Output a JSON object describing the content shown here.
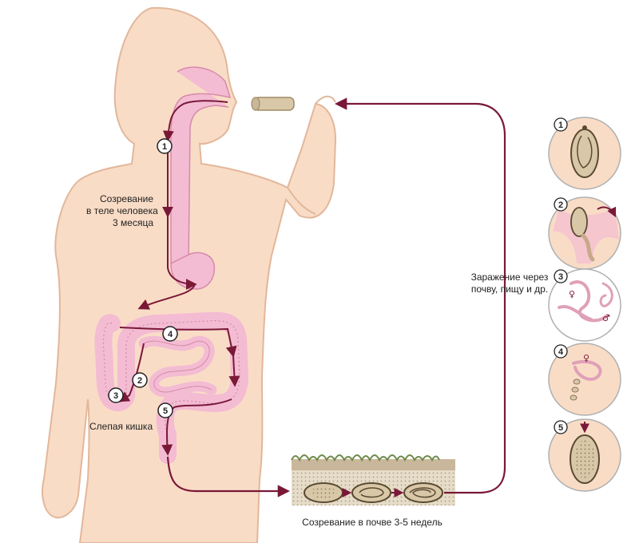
{
  "labels": {
    "maturation_human_1": "Созревание",
    "maturation_human_2": "в теле человека",
    "maturation_human_3": "3 месяца",
    "cecum": "Слепая кишка",
    "infection_1": "Заражение через",
    "infection_2": "почву, пищу и др.",
    "maturation_soil": "Созревание в почве 3-5 недель"
  },
  "step_numbers": [
    "1",
    "2",
    "3",
    "4",
    "5"
  ],
  "colors": {
    "skin": "#f9dcc6",
    "skin_outline": "#e2b79b",
    "gut": "#f3bcd2",
    "gut_outline": "#d58aaa",
    "path": "#7a1838",
    "soil": "#c9b79c",
    "grass": "#6e8a4a",
    "egg": "#d9c8a8"
  }
}
